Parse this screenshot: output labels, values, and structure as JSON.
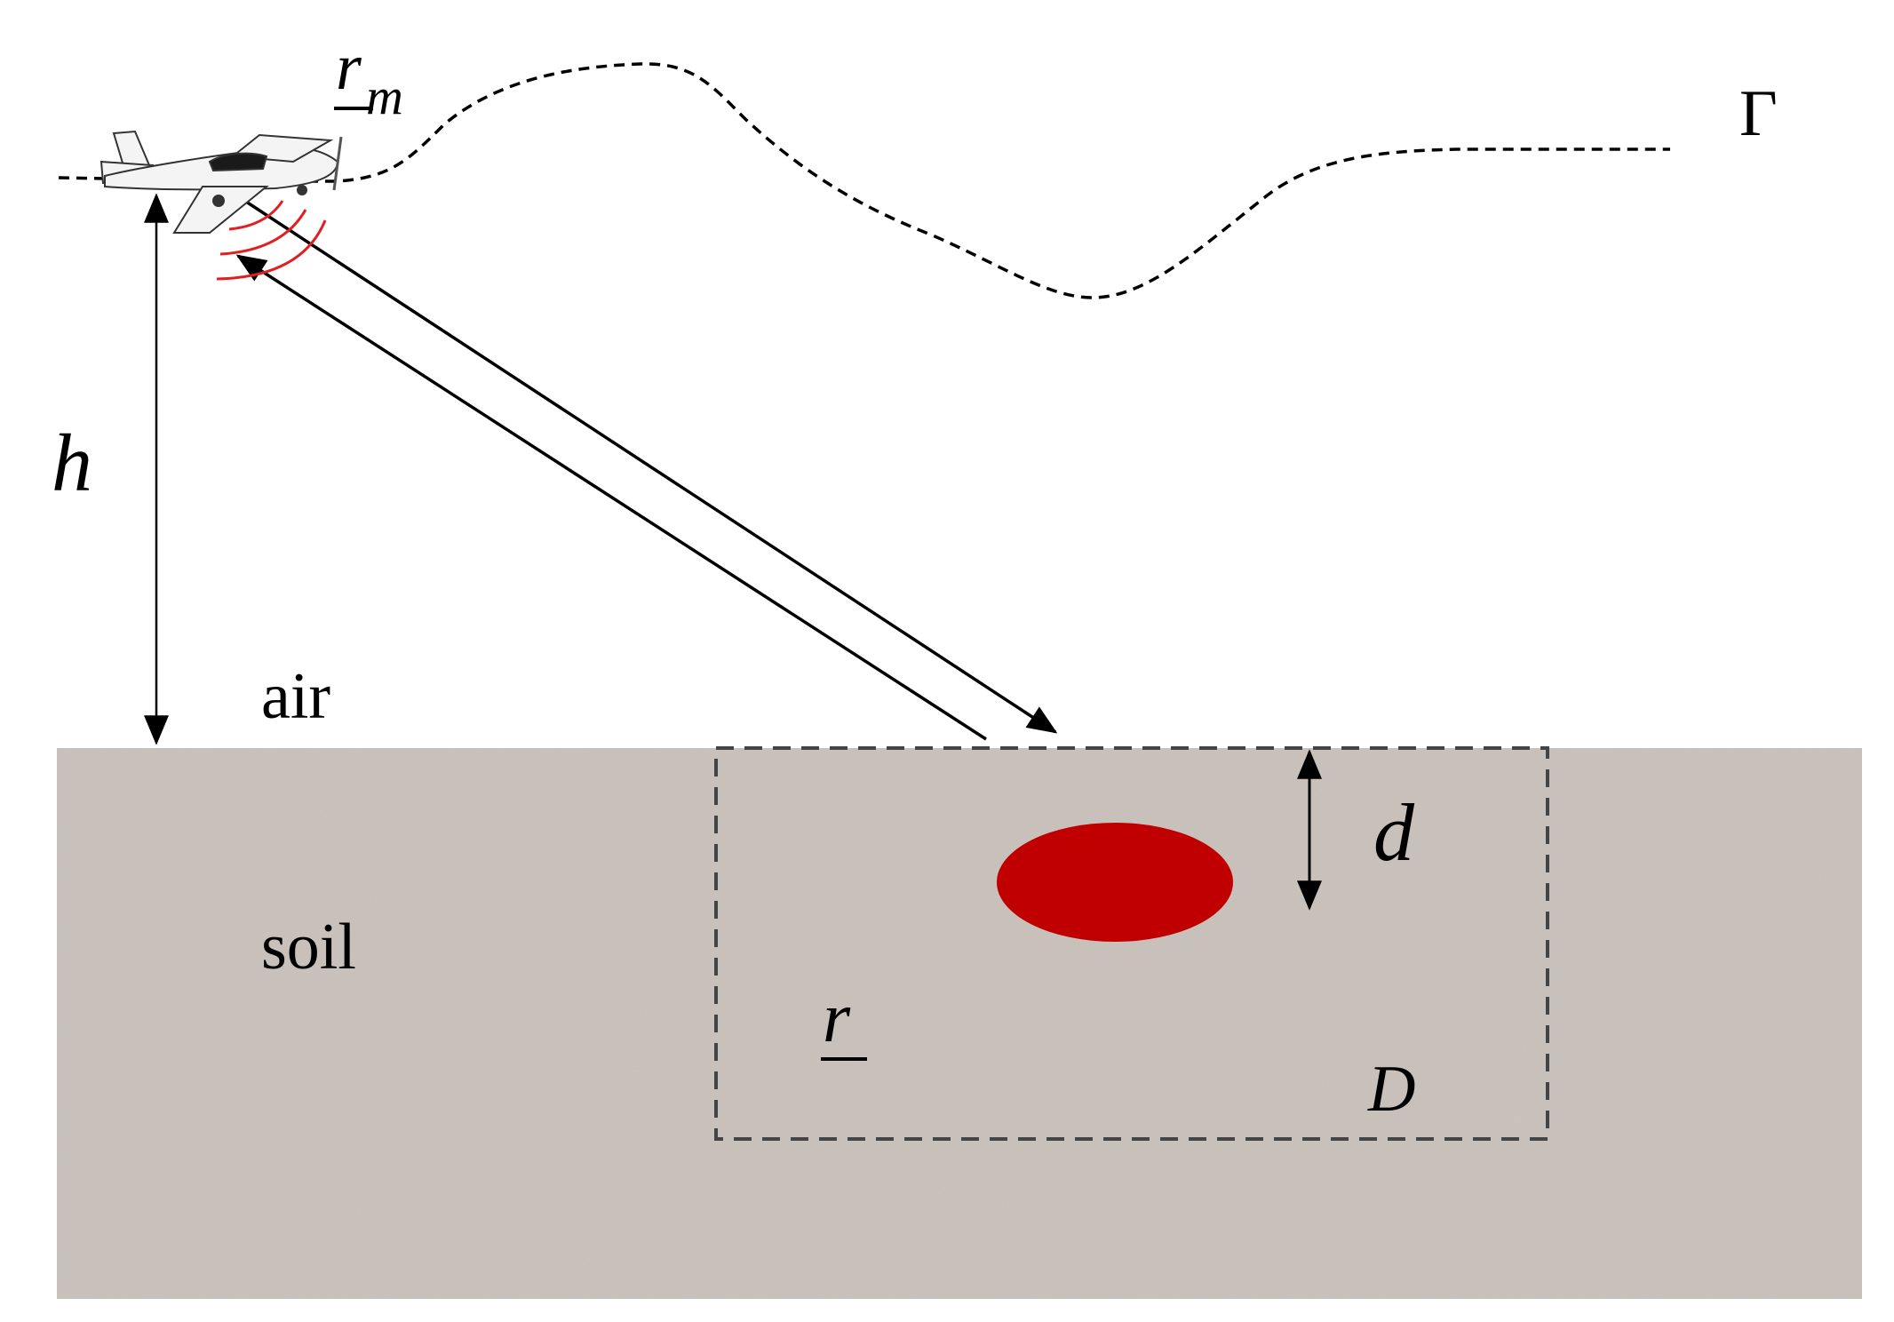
{
  "labels": {
    "flight_path": "Γ",
    "measurement_point": "r",
    "measurement_subscript": "m",
    "height": "h",
    "air": "air",
    "soil": "soil",
    "depth": "d",
    "point": "r",
    "domain": "D"
  },
  "colors": {
    "soil": "#c9c1ba",
    "target": "#c00000",
    "radar_waves": "#e02020",
    "domain_border": "#444444",
    "lines": "#000000"
  },
  "icons": {
    "aircraft": "airplane-icon",
    "radar": "radar-wave-icon"
  }
}
